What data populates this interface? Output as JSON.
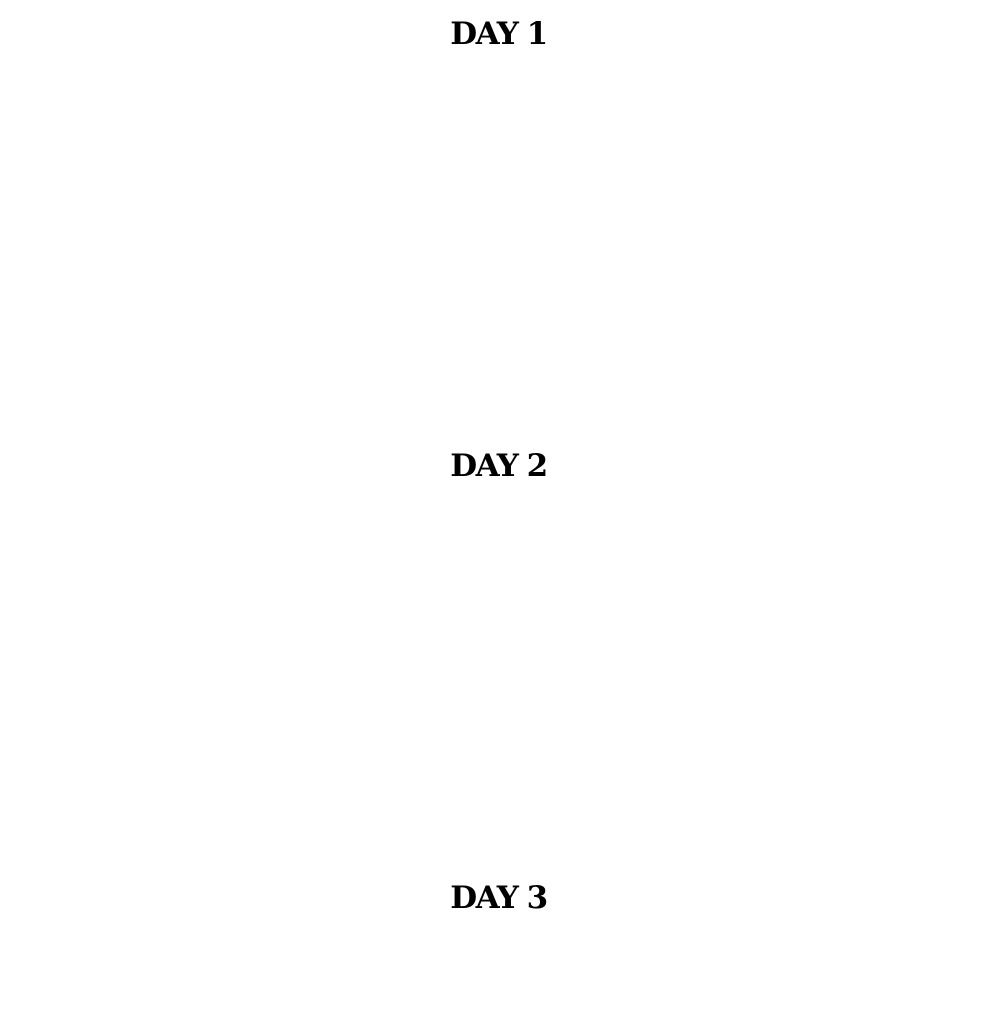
{
  "days": [
    {
      "heading": "DAY 1"
    },
    {
      "heading": "DAY 2"
    },
    {
      "heading": "DAY 3"
    }
  ],
  "colors": {
    "background": "#ffffff",
    "heading_text": "#000000"
  }
}
